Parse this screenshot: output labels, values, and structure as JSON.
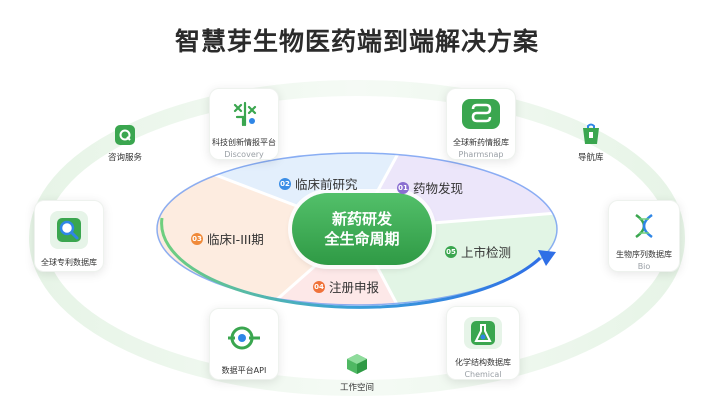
{
  "title": "智慧芽生物医药端到端解决方案",
  "center": {
    "line1": "新药研发",
    "line2": "全生命周期"
  },
  "stages": [
    {
      "num": "01",
      "label": "药物发现"
    },
    {
      "num": "02",
      "label": "临床前研究"
    },
    {
      "num": "03",
      "label": "临床I-III期"
    },
    {
      "num": "04",
      "label": "注册申报"
    },
    {
      "num": "05",
      "label": "上市检测"
    }
  ],
  "cards": [
    {
      "name": "科技创新情报平台",
      "sub": "Discovery"
    },
    {
      "name": "全球新药情报库",
      "sub": "Pharmsnap"
    },
    {
      "name": "全球专利数据库",
      "sub": ""
    },
    {
      "name": "生物序列数据库",
      "sub": "Bio"
    },
    {
      "name": "数据平台API",
      "sub": ""
    },
    {
      "name": "化学结构数据库",
      "sub": "Chemical"
    }
  ],
  "minis": [
    {
      "label": "咨询服务"
    },
    {
      "label": "导航库"
    },
    {
      "label": "工作空间"
    }
  ],
  "colors": {
    "accent_green": "#3aa64f",
    "arrow_blue": "#2f86e6",
    "stage1": "#8a6fd1",
    "stage2": "#3b8ee6",
    "stage3": "#f08a3a",
    "stage4": "#f0723a",
    "stage5": "#3aa64f"
  }
}
